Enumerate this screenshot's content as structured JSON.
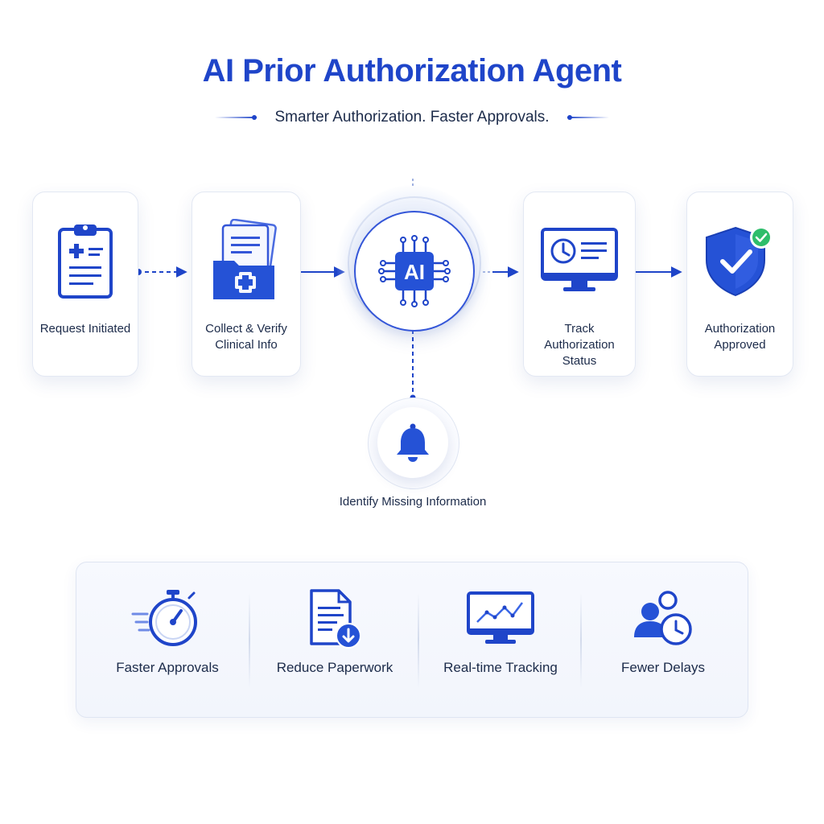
{
  "header": {
    "title": "AI Prior Authorization Agent",
    "subtitle": "Smarter Authorization. Faster Approvals."
  },
  "colors": {
    "primary": "#1f45c9",
    "accent_green": "#2ebd6b",
    "text": "#1c2b4a"
  },
  "flow": {
    "steps": [
      {
        "label": "Request Initiated",
        "icon": "clipboard-medical-icon"
      },
      {
        "label": "Collect & Verify Clinical Info",
        "icon": "medical-folder-icon"
      },
      {
        "label": "Track Authorization Status",
        "icon": "monitor-clock-icon"
      },
      {
        "label": "Authorization Approved",
        "icon": "shield-check-icon"
      }
    ],
    "center": {
      "label": "AI",
      "icon": "ai-chip-icon"
    },
    "branch": {
      "label": "Identify Missing Information",
      "icon": "bell-icon"
    }
  },
  "benefits": [
    {
      "label": "Faster Approvals",
      "icon": "stopwatch-icon"
    },
    {
      "label": "Reduce Paperwork",
      "icon": "document-download-icon"
    },
    {
      "label": "Real-time Tracking",
      "icon": "monitor-chart-icon"
    },
    {
      "label": "Fewer Delays",
      "icon": "user-clock-icon"
    }
  ]
}
